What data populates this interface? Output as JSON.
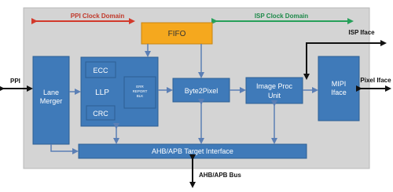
{
  "domains": {
    "ppi": "PPI Clock Domain",
    "isp": "ISP Clock Domain"
  },
  "blocks": {
    "fifo": "FIFO",
    "lane_merger_line1": "Lane",
    "lane_merger_line2": "Merger",
    "ecc": "ECC",
    "llp": "LLP",
    "err_report_line1": "ERR",
    "err_report_line2": "REPORT",
    "err_report_line3": "BLK",
    "crc": "CRC",
    "byte2pixel": "Byte2Pixel",
    "image_proc_line1": "Image Proc",
    "image_proc_line2": "Unit",
    "mipi_line1": "MIPI",
    "mipi_line2": "Iface",
    "ahb": "AHB/APB Target Interface"
  },
  "ports": {
    "ppi": "PPI",
    "isp_iface": "ISP Iface",
    "pixel_iface": "Pixel Iface",
    "ahb_bus": "AHB/APB Bus"
  },
  "colors": {
    "panel": "#d4d4d4",
    "block": "#3f7ab9",
    "fifo": "#f5a81e",
    "ppi_arrow": "#d2392b",
    "isp_arrow": "#27a05a",
    "arrow": "#4a6fa5"
  }
}
